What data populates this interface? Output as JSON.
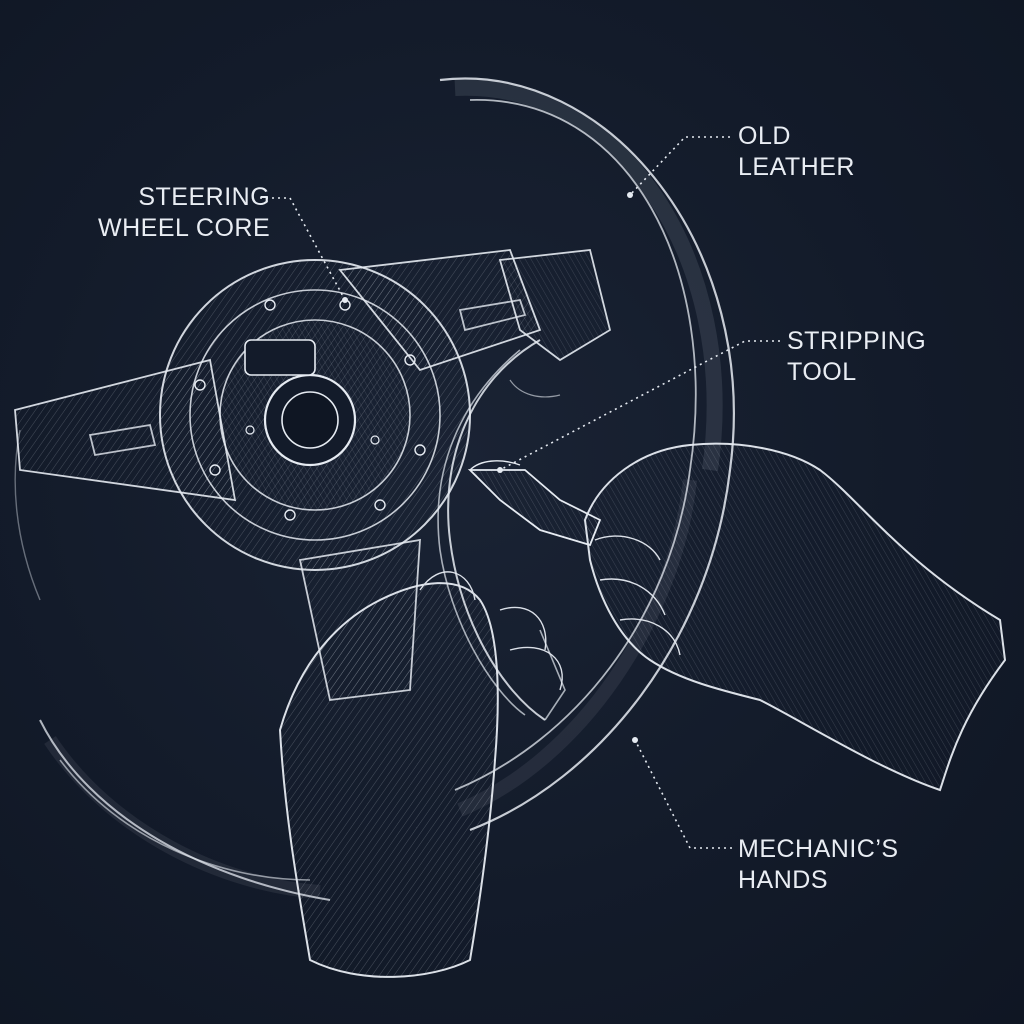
{
  "labels": {
    "steering_core": {
      "line1": "STEERING",
      "line2": "WHEEL CORE"
    },
    "old_leather": {
      "line1": "OLD",
      "line2": "LEATHER"
    },
    "stripping_tool": {
      "line1": "STRIPPING",
      "line2": "TOOL"
    },
    "mechanics_hands": {
      "line1": "MECHANIC’S",
      "line2": "HANDS"
    }
  },
  "colors": {
    "background": "#131b2a",
    "sketch_line": "#e6ebf2",
    "label_text": "#e9edf3"
  },
  "icons": [
    "steering-wheel-sketch",
    "hand-sketch",
    "stripping-tool-sketch"
  ]
}
